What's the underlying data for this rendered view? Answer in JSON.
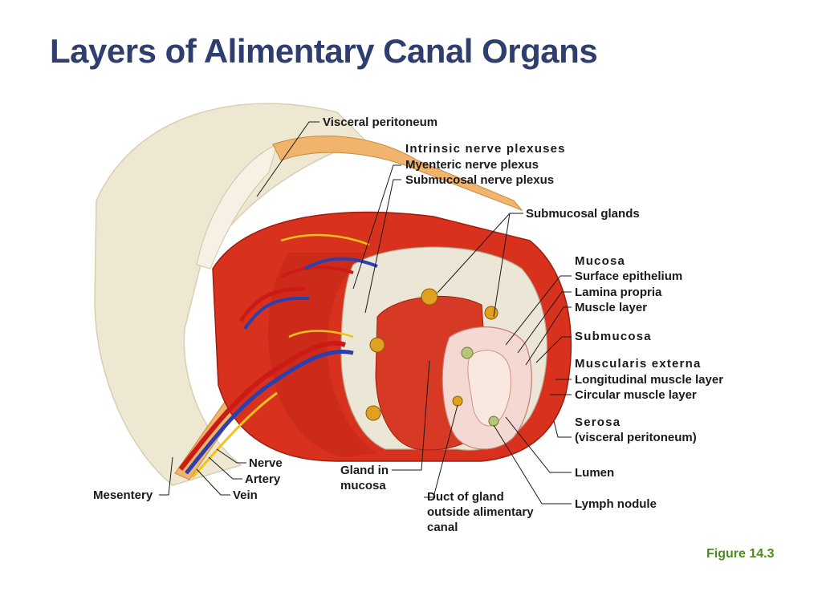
{
  "slide": {
    "title": "Layers of Alimentary Canal Organs",
    "figure_caption": "Figure 14.3"
  },
  "labels": {
    "visceral_peritoneum": "Visceral peritoneum",
    "intrinsic_nerve_plexuses": "Intrinsic nerve plexuses",
    "myenteric_nerve_plexus": "Myenteric nerve plexus",
    "submucosal_nerve_plexus": "Submucosal nerve plexus",
    "submucosal_glands": "Submucosal glands",
    "mucosa": "Mucosa",
    "surface_epithelium": "Surface epithelium",
    "lamina_propria": "Lamina propria",
    "muscle_layer": "Muscle layer",
    "submucosa": "Submucosa",
    "muscularis_externa": "Muscularis externa",
    "longitudinal_muscle_layer": "Longitudinal muscle layer",
    "circular_muscle_layer": "Circular muscle layer",
    "serosa": "Serosa",
    "serosa_sub": "(visceral peritoneum)",
    "lumen": "Lumen",
    "lymph_nodule": "Lymph nodule",
    "duct_line1": "Duct of gland",
    "duct_line2": "outside alimentary",
    "duct_line3": "canal",
    "gland_line1": "Gland in",
    "gland_line2": "mucosa",
    "nerve": "Nerve",
    "artery": "Artery",
    "vein": "Vein",
    "mesentery": "Mesentery"
  },
  "colors": {
    "title": "#2e3e6e",
    "caption": "#4c8c1c",
    "muscle": "#d8311e",
    "submucosa": "#ece6d6",
    "mesentery": "#eee7d1",
    "artery": "#cc1a16",
    "vein": "#2a3fb0",
    "nerve": "#f0c21a"
  }
}
